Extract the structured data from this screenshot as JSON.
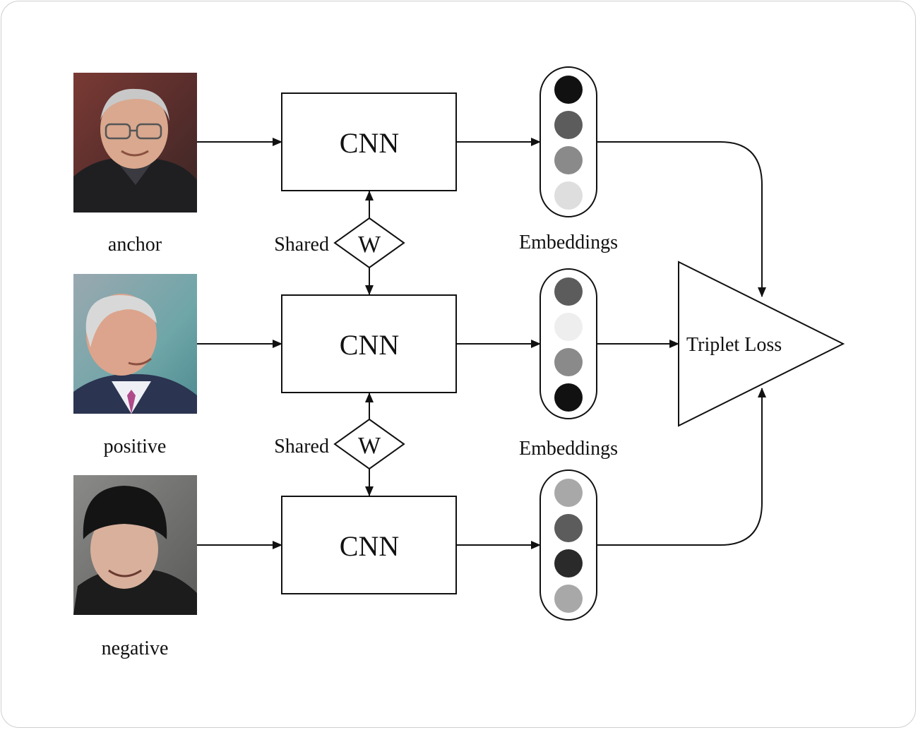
{
  "inputs": [
    {
      "label": "anchor",
      "photo_icon": "face-photo-older-man-glasses"
    },
    {
      "label": "positive",
      "photo_icon": "face-photo-older-man-suit"
    },
    {
      "label": "negative",
      "photo_icon": "face-photo-young-man-beanie"
    }
  ],
  "networks": [
    {
      "label": "CNN"
    },
    {
      "label": "CNN"
    },
    {
      "label": "CNN"
    }
  ],
  "shared_weights": [
    {
      "prefix": "Shared",
      "symbol": "W"
    },
    {
      "prefix": "Shared",
      "symbol": "W"
    }
  ],
  "embeddings": [
    {
      "caption": "Embeddings",
      "cells": [
        "#111111",
        "#5c5c5c",
        "#8a8a8a",
        "#dedede"
      ]
    },
    {
      "caption": "Embeddings",
      "cells": [
        "#5c5c5c",
        "#eeeeee",
        "#8a8a8a",
        "#111111"
      ]
    },
    {
      "caption": "",
      "cells": [
        "#a8a8a8",
        "#5c5c5c",
        "#2a2a2a",
        "#a8a8a8"
      ]
    }
  ],
  "loss": {
    "label": "Triplet Loss"
  },
  "colors": {
    "stroke": "#111111",
    "frame": "#cfcfcf"
  }
}
